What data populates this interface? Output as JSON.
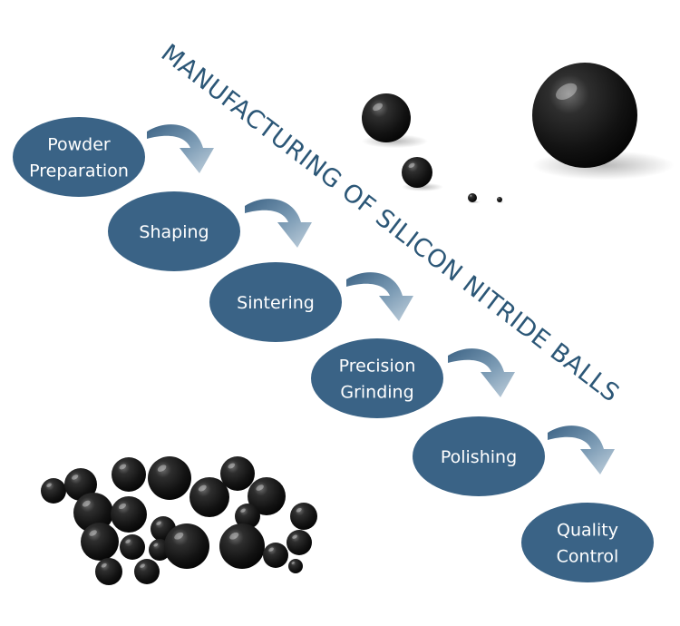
{
  "title": "MANUFACTURING OF SILICON NITRIDE BALLS",
  "steps": [
    {
      "lines": [
        "Powder",
        "Preparation"
      ]
    },
    {
      "lines": [
        "Shaping"
      ]
    },
    {
      "lines": [
        "Sintering"
      ]
    },
    {
      "lines": [
        "Precision",
        "Grinding"
      ]
    },
    {
      "lines": [
        "Polishing"
      ]
    },
    {
      "lines": [
        "Quality",
        "Control"
      ]
    }
  ],
  "colors": {
    "step_fill": "#3a6386",
    "arrow_dark": "#3c6385",
    "arrow_light": "#b4c7d6",
    "title": "#2c5777",
    "ball": "#1a1a1a"
  },
  "icons": [
    "curved-arrow-icon",
    "ceramic-ball-icon"
  ]
}
